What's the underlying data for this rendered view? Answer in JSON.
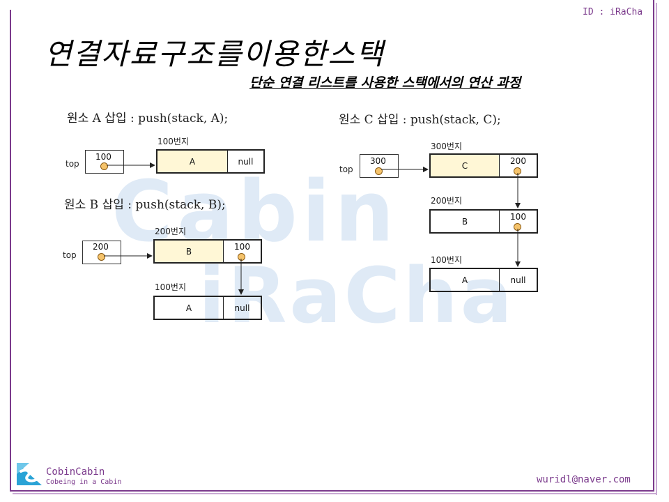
{
  "header": {
    "id_label": "ID : iRaCha"
  },
  "title": "연결자료구조를이용한스택",
  "subtitle": "단순 연결 리스트를 사용한 스택에서의 연산 과정",
  "watermark": {
    "line1": "Cabin",
    "line2": "iRaCha"
  },
  "panels": {
    "a": {
      "caption": "원소 A 삽입 : push(stack, A);",
      "top_label": "top",
      "top_value": "100",
      "nodes": [
        {
          "address": "100번지",
          "data": "A",
          "link": "null"
        }
      ]
    },
    "b": {
      "caption": "원소 B 삽입 : push(stack, B);",
      "top_label": "top",
      "top_value": "200",
      "nodes": [
        {
          "address": "200번지",
          "data": "B",
          "link": "100"
        },
        {
          "address": "100번지",
          "data": "A",
          "link": "null"
        }
      ]
    },
    "c": {
      "caption": "원소 C 삽입 : push(stack, C);",
      "top_label": "top",
      "top_value": "300",
      "nodes": [
        {
          "address": "300번지",
          "data": "C",
          "link": "200"
        },
        {
          "address": "200번지",
          "data": "B",
          "link": "100"
        },
        {
          "address": "100번지",
          "data": "A",
          "link": "null"
        }
      ]
    }
  },
  "footer": {
    "brand": "CobinCabin",
    "tagline": "Cobeing in a Cabin",
    "email": "wuridl@naver.com"
  },
  "colors": {
    "frame": "#7b3a8c",
    "node_fill": "#fff7d6",
    "dot": "#f5c36b"
  }
}
